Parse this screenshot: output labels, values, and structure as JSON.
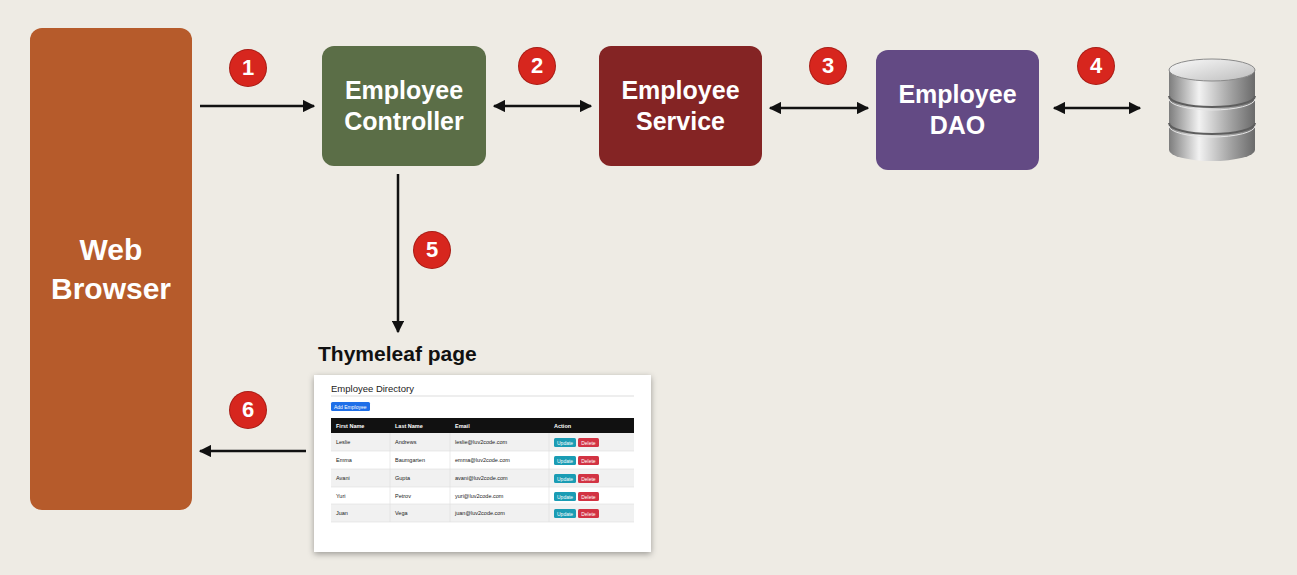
{
  "diagram": {
    "nodes": [
      {
        "text": [
          "Web Browser"
        ]
      },
      {
        "text": [
          "Employee Controller"
        ]
      },
      {
        "text": [
          "Employee Service"
        ]
      },
      {
        "text": [
          "Employee DAO"
        ]
      },
      {
        "text": [
          "Thymeleaf page",
          "Employee Directory"
        ]
      },
      {
        "text": [
          "Add Employee"
        ],
        "in": 4
      },
      {
        "text": [
          "Update"
        ],
        "in": 4
      },
      {
        "text": [
          "Delete"
        ],
        "in": 4
      },
      {
        "text": [
          "Update"
        ],
        "in": 4
      },
      {
        "text": [
          "Delete"
        ],
        "in": 4
      },
      {
        "text": [
          "Update"
        ],
        "in": 4
      },
      {
        "text": [
          "Delete"
        ],
        "in": 4
      },
      {
        "text": [
          "Update"
        ],
        "in": 4
      },
      {
        "text": [
          "Delete"
        ],
        "in": 4
      },
      {
        "text": [
          "Update"
        ],
        "in": 4
      },
      {
        "text": [
          "Delete"
        ],
        "in": 4
      }
    ],
    "edges": [
      {
        "from": 0,
        "to": 1,
        "arrow": "to"
      },
      {
        "from": 1,
        "to": 2,
        "arrow": "both"
      },
      {
        "from": 2,
        "to": 3,
        "arrow": "both"
      },
      {
        "from": 1,
        "to": 4,
        "arrow": "to"
      },
      {
        "from": 4,
        "to": 0,
        "arrow": "to"
      }
    ],
    "labels": [
      "1",
      "2",
      "3",
      "4",
      "5",
      "6",
      "First Name",
      "Last Name",
      "Email",
      "Action",
      "Leslie",
      "Andrews",
      "leslie@luv2code.com",
      "Emma",
      "Baumgarten",
      "emma@luv2code.com",
      "Avani",
      "Gupta",
      "avani@luv2code.com",
      "Yuri",
      "Petrov",
      "yuri@luv2code.com",
      "Juan",
      "Vega",
      "juan@luv2code.com"
    ]
  }
}
